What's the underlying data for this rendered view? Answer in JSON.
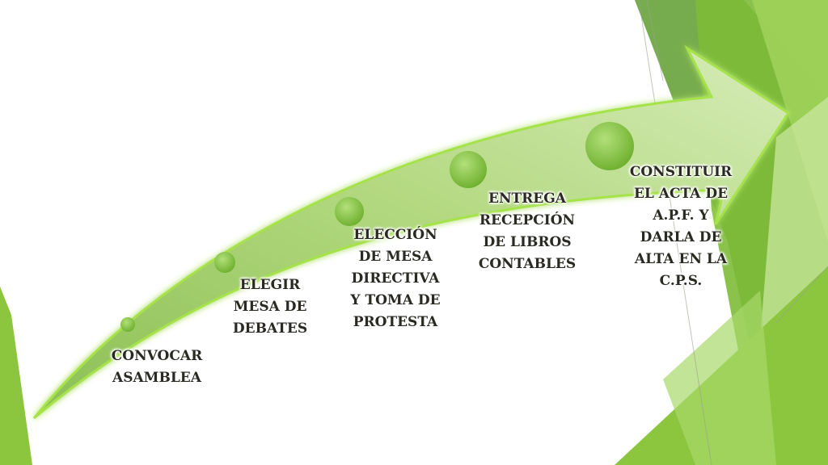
{
  "slide": {
    "accent_color": "#8cc63f",
    "dark_accent_color": "#4e8a24",
    "arrow_fill_color": "#b8dc8a",
    "node_color": "#7fc039"
  },
  "process": {
    "steps": [
      {
        "label_lines": [
          "CONVOCAR",
          "ASAMBLEA"
        ]
      },
      {
        "label_lines": [
          "ELEGIR",
          "MESA DE",
          "DEBATES"
        ]
      },
      {
        "label_lines": [
          "ELECCIÓN",
          "DE MESA",
          "DIRECTIVA",
          "Y TOMA DE",
          "PROTESTA"
        ]
      },
      {
        "label_lines": [
          "ENTREGA",
          "RECEPCIÓN",
          "DE LIBROS",
          "CONTABLES"
        ]
      },
      {
        "label_lines": [
          "CONSTITUIR",
          "EL ACTA DE",
          "A.P.F. Y",
          "DARLA DE",
          "ALTA EN LA",
          "C.P.S."
        ]
      }
    ]
  }
}
